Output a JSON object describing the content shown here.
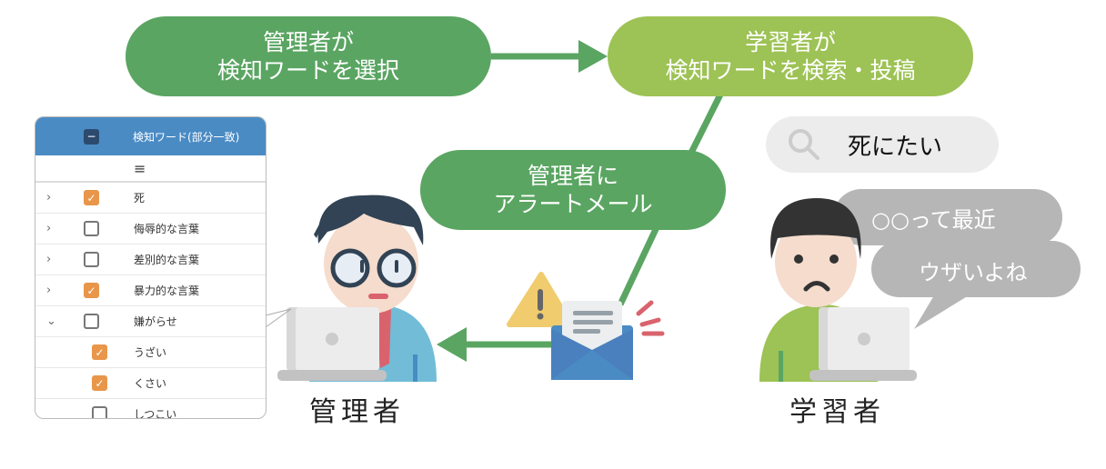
{
  "flow": {
    "admin_select": [
      "管理者が",
      "検知ワードを選択"
    ],
    "learner_post": [
      "学習者が",
      "検知ワードを検索・投稿"
    ],
    "alert_mail": [
      "管理者に",
      "アラートメール"
    ]
  },
  "panel": {
    "header": "検知ワード(部分一致)",
    "rows": [
      {
        "label": "死",
        "checked": true,
        "expand": "collapsed"
      },
      {
        "label": "侮辱的な言葉",
        "checked": false,
        "expand": "collapsed"
      },
      {
        "label": "差別的な言葉",
        "checked": false,
        "expand": "collapsed"
      },
      {
        "label": "暴力的な言葉",
        "checked": true,
        "expand": "collapsed"
      },
      {
        "label": "嫌がらせ",
        "checked": false,
        "expand": "expanded"
      },
      {
        "label": "うざい",
        "checked": true,
        "child": true
      },
      {
        "label": "くさい",
        "checked": true,
        "child": true
      },
      {
        "label": "しつこい",
        "checked": false,
        "child": true
      }
    ]
  },
  "search": {
    "query": "死にたい"
  },
  "speech": [
    "○○って最近",
    "ウザいよね"
  ],
  "roles": {
    "admin": "管理者",
    "learner": "学習者"
  },
  "colors": {
    "dark_green": "#5aa562",
    "light_green": "#9dc255",
    "panel_blue": "#4a8bc4",
    "check_orange": "#e8964a"
  }
}
